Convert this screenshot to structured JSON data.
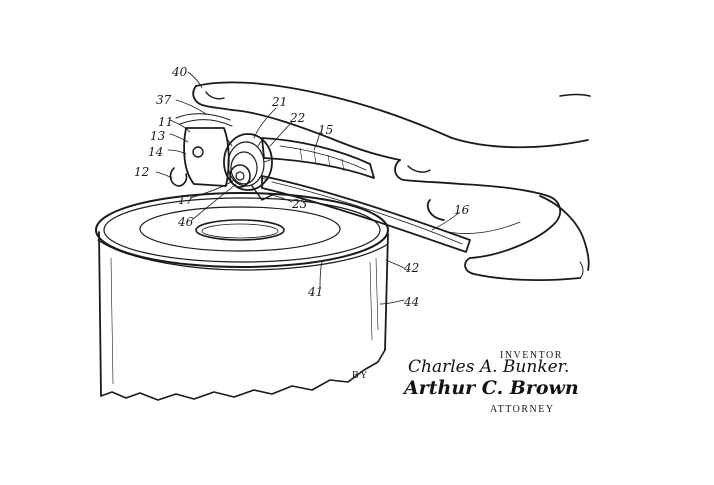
{
  "references": [
    {
      "id": "40",
      "label": "40"
    },
    {
      "id": "37",
      "label": "37"
    },
    {
      "id": "11",
      "label": "11"
    },
    {
      "id": "13",
      "label": "13"
    },
    {
      "id": "14",
      "label": "14"
    },
    {
      "id": "12",
      "label": "12"
    },
    {
      "id": "21",
      "label": "21"
    },
    {
      "id": "22",
      "label": "22"
    },
    {
      "id": "15",
      "label": "15"
    },
    {
      "id": "17",
      "label": "17"
    },
    {
      "id": "23",
      "label": "23"
    },
    {
      "id": "46",
      "label": "46"
    },
    {
      "id": "16",
      "label": "16"
    },
    {
      "id": "42",
      "label": "42"
    },
    {
      "id": "41",
      "label": "41"
    },
    {
      "id": "44",
      "label": "44"
    }
  ],
  "signature_block": {
    "inventor_title": "INVENTOR",
    "inventor_name": "Charles A. Bunker.",
    "by": "BY",
    "attorney_signature": "Arthur C. Brown",
    "attorney_title": "ATTORNEY"
  }
}
